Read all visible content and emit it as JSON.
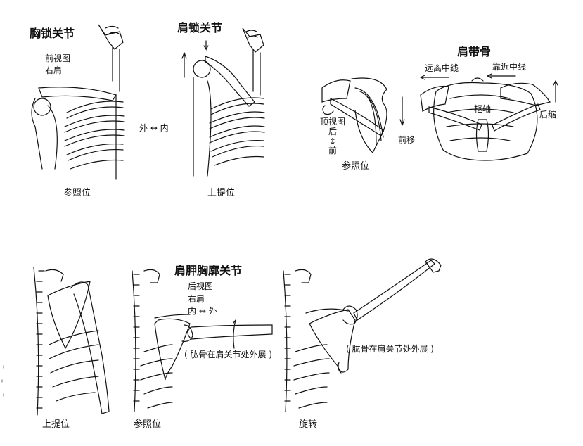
{
  "panels": {
    "sternoclavicular": {
      "title": "胸锁关节",
      "view": "前视图",
      "side": "右肩",
      "caption": "参照位",
      "direction": "外 ↔ 内"
    },
    "acromioclavicular": {
      "title": "肩锁关节",
      "caption": "上提位"
    },
    "shoulder_girdle": {
      "title": "肩带骨",
      "away_midline": "远离中线",
      "toward_midline": "靠近中线",
      "pivot": "枢轴",
      "retraction": "后缩",
      "protraction": "前移",
      "view": "顶视图",
      "posterior": "后",
      "arrow": "↕",
      "anterior": "前",
      "caption": "参照位"
    },
    "scapulothoracic": {
      "title": "肩胛胸廓关节",
      "view": "后视图",
      "side": "右肩",
      "direction": "内 ↔ 外",
      "note_reference": "( 肱骨在肩关节处外展 )",
      "note_rotation": "( 肱骨在肩关节处外展 )",
      "caption_elevation": "上提位",
      "caption_reference": "参照位",
      "caption_rotation": "旋转"
    }
  },
  "colors": {
    "ink": "#111111",
    "paper": "#ffffff"
  }
}
